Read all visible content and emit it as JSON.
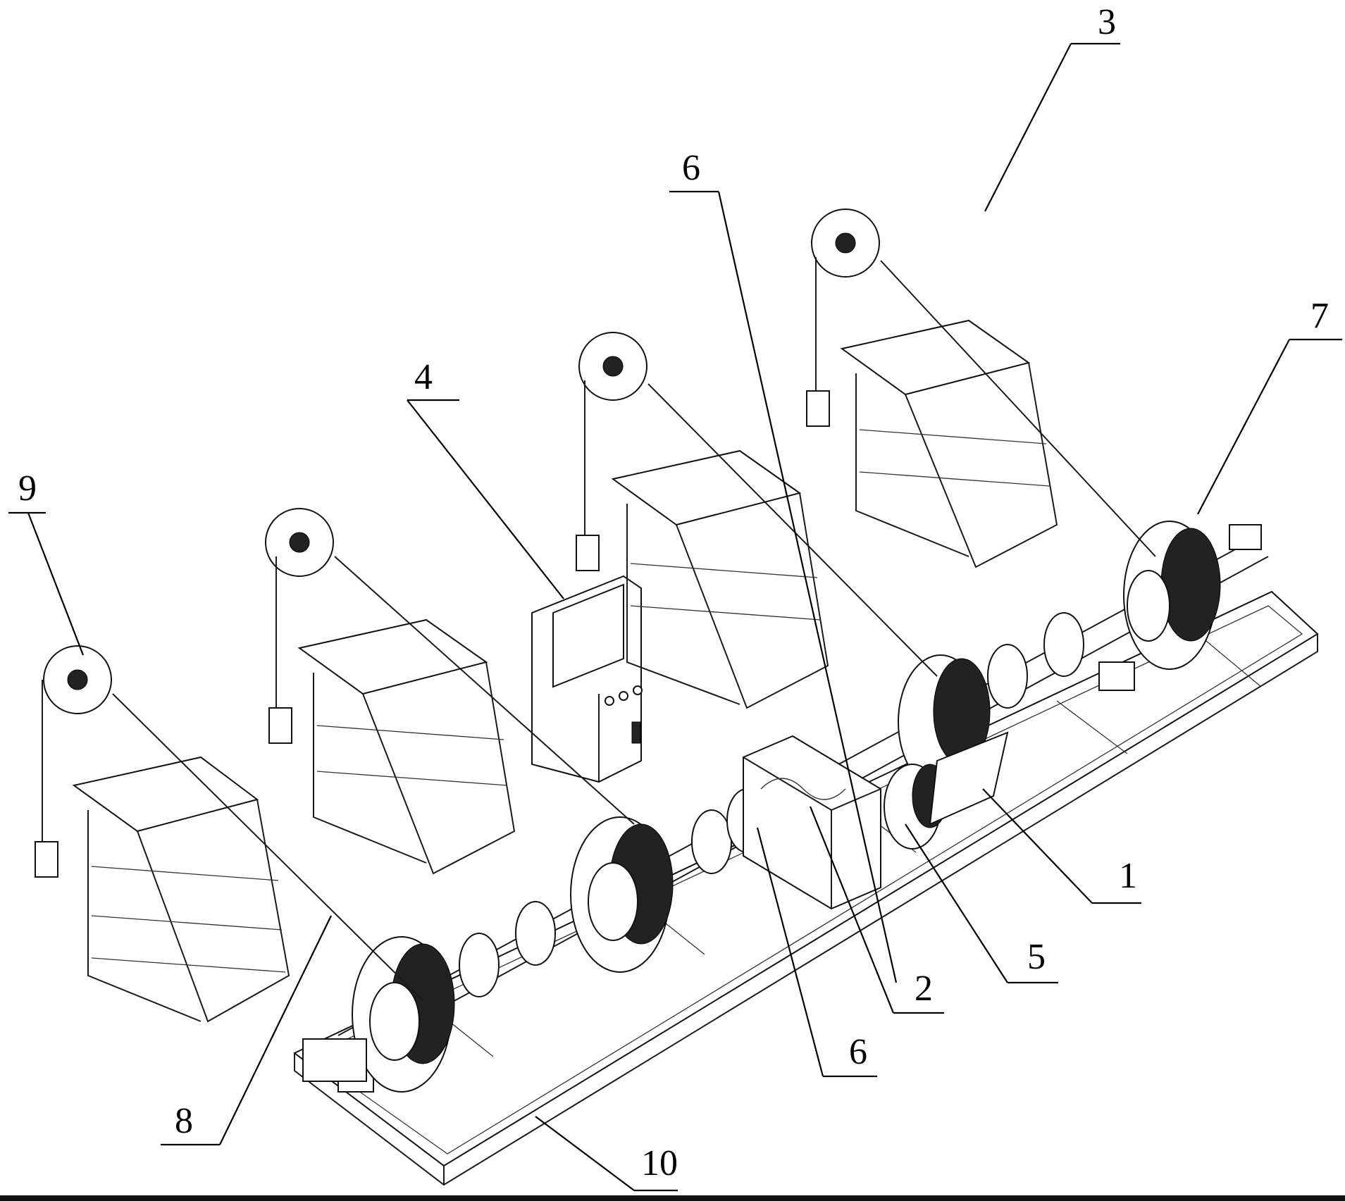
{
  "labels": {
    "l1": "1",
    "l2": "2",
    "l3": "3",
    "l4": "4",
    "l5": "5",
    "l6a": "6",
    "l6b": "6",
    "l7": "7",
    "l8": "8",
    "l9": "9",
    "l10": "10"
  },
  "colors": {
    "line": "#1a1a1a",
    "background": "#ffffff"
  }
}
